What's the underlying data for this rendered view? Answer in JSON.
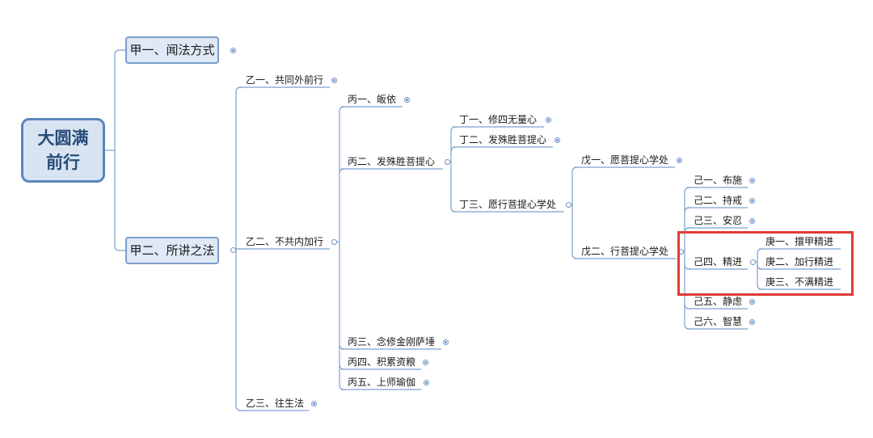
{
  "root": {
    "label": "大圆满前行"
  },
  "nodes": {
    "jia1": "甲一、闻法方式",
    "jia2": "甲二、所讲之法",
    "yi1": "乙一、共同外前行",
    "yi2": "乙二、不共内加行",
    "yi3": "乙三、往生法",
    "bing1": "丙一、皈依",
    "bing2": "丙二、发殊胜菩提心",
    "bing3": "丙三、念修金刚萨埵",
    "bing4": "丙四、积累资粮",
    "bing5": "丙五、上师瑜伽",
    "ding1": "丁一、修四无量心",
    "ding2": "丁二、发殊胜菩提心",
    "ding3": "丁三、愿行菩提心学处",
    "wu1": "戊一、愿菩提心学处",
    "wu2": "戊二、行菩提心学处",
    "ji1": "己一、布施",
    "ji2": "己二、持戒",
    "ji3": "己三、安忍",
    "ji4": "己四、精进",
    "ji5": "己五、静虑",
    "ji6": "己六、智慧",
    "geng1": "庚一、擐甲精进",
    "geng2": "庚二、加行精进",
    "geng3": "庚三、不满精进"
  },
  "accent": {
    "line": "#7aa0d0",
    "highlight": "#e03a3a",
    "root_fill": "#d8e4f2",
    "main_fill": "#dfe9f5"
  }
}
